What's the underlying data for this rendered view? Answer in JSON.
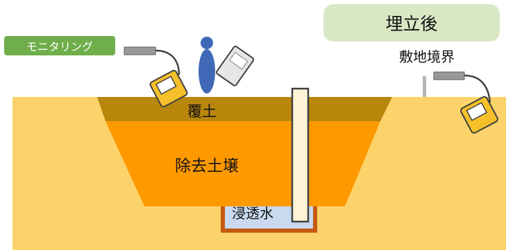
{
  "labels": {
    "title": "埋立後",
    "monitoring": "モニタリング",
    "boundary": "敷地境界",
    "cover_soil": "覆土",
    "removed_soil": "除去土壌",
    "leachate": "浸透水"
  },
  "colors": {
    "background_ground": "#fcd36b",
    "cover_soil": "#b8860b",
    "removed_soil": "#ff9900",
    "leachate": "#c9daf0",
    "leachate_frame": "#c55a11",
    "title_badge": "#d9e7c4",
    "monitoring_badge": "#6fae4a",
    "person": "#3f69b6",
    "device": "#f5c02a",
    "pipe": "#fdf4d8"
  },
  "icons": [
    "person-icon",
    "survey-meter-icon",
    "monitoring-device-icon",
    "observation-well-icon",
    "boundary-post-icon"
  ]
}
